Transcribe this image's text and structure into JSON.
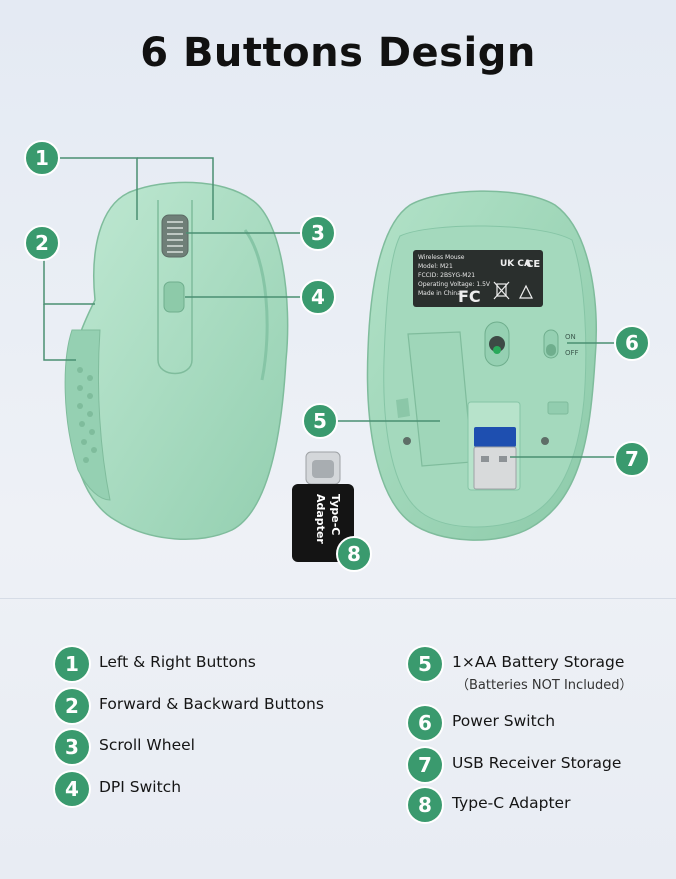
{
  "title": "6 Buttons Design",
  "callouts": [
    "1",
    "2",
    "3",
    "4",
    "5",
    "6",
    "7",
    "8"
  ],
  "mouse_label": {
    "line1": "Wireless Mouse",
    "line2": "Model: M21",
    "line3": "FCCID: 2BSYG-M21",
    "line4": "Operating Voltage: 1.5V",
    "line5": "Made in China",
    "ukca": "UK CA",
    "ce": "CE",
    "fc": "FC"
  },
  "switch": {
    "on": "ON",
    "off": "OFF"
  },
  "adapter": {
    "line1": "Type-C",
    "line2": "Adapter"
  },
  "legend": [
    {
      "num": "1",
      "label": "Left & Right Buttons"
    },
    {
      "num": "2",
      "label": "Forward & Backward Buttons"
    },
    {
      "num": "3",
      "label": "Scroll Wheel"
    },
    {
      "num": "4",
      "label": "DPI Switch"
    },
    {
      "num": "5",
      "label": "1×AA Battery Storage",
      "sub": "（Batteries NOT Included）"
    },
    {
      "num": "6",
      "label": "Power Switch"
    },
    {
      "num": "7",
      "label": "USB Receiver Storage"
    },
    {
      "num": "8",
      "label": "Type-C Adapter"
    }
  ],
  "colors": {
    "accent": "#3a9a6e",
    "mouse": "#a9dcc2",
    "mouse_dark": "#86c5a6"
  }
}
